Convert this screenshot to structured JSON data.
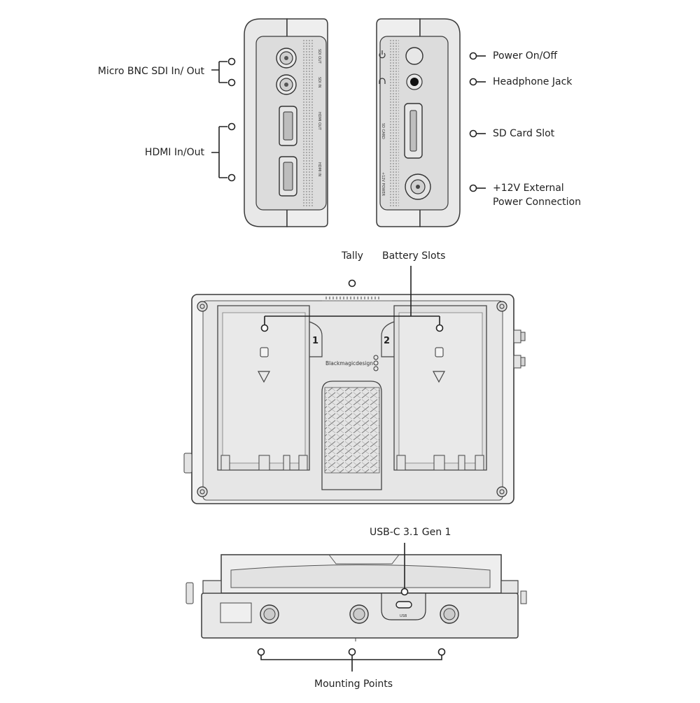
{
  "callouts": {
    "micro_bnc": "Micro BNC SDI In/ Out",
    "hdmi": "HDMI In/Out",
    "power": "Power On/Off",
    "headphone": "Headphone Jack",
    "sd_slot": "SD Card Slot",
    "ext_power_line1": "+12V External",
    "ext_power_line2": "Power Connection",
    "tally": "Tally",
    "battery": "Battery Slots",
    "usb": "USB-C 3.1 Gen 1",
    "mounting": "Mounting Points"
  },
  "panel_labels": {
    "sdi_out": "SDI OUT",
    "sdi_in": "SDI IN",
    "hdmi_out": "HDMI OUT",
    "hdmi_in": "HDMI IN",
    "sd_card": "SD CARD",
    "power_12v": "+12V POWER",
    "usb": "USB"
  },
  "device": {
    "brand": "Blackmagicdesign",
    "slot_1": "1",
    "slot_2": "2"
  },
  "colors": {
    "line": "#222222",
    "body": "#ededed",
    "panel": "#dedede",
    "stroke": "#3a3a3a"
  }
}
